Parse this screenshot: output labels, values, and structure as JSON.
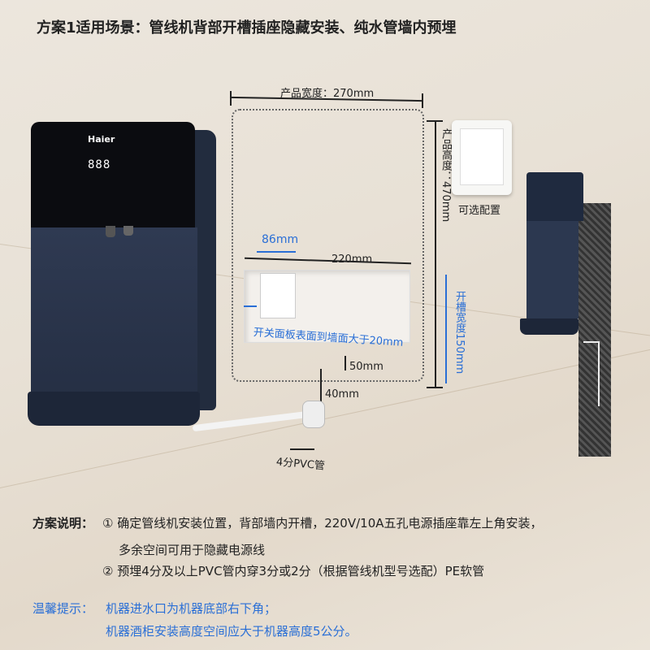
{
  "title": "方案1适用场景：管线机背部开槽插座隐藏安装、纯水管墙内预埋",
  "machine": {
    "brand_logo": "Haier",
    "display": "888"
  },
  "dimensions": {
    "width_label": "产品宽度：270mm",
    "height_label": "产品高度：470mm",
    "socket_label": "86mm",
    "slot_length_label": "220mm",
    "slot_width_label": "开槽宽度150mm",
    "depth_note": "开关面板表面到墙面大于20mm",
    "gap_50_label": "50mm",
    "gap_40_label": "40mm",
    "pipe_label": "4分PVC管"
  },
  "switch_label": "可选配置",
  "description": {
    "heading": "方案说明：",
    "item1_line1": "① 确定管线机安装位置，背部墙内开槽，220V/10A五孔电源插座靠左上角安装，",
    "item1_line2": "多余空间可用于隐藏电源线",
    "item2": "② 预埋4分及以上PVC管内穿3分或2分（根据管线机型号选配）PE软管"
  },
  "tips": {
    "heading": "温馨提示：",
    "line1": "机器进水口为机器底部右下角；",
    "line2": "机器酒柜安装高度空间应大于机器高度5公分。"
  },
  "colors": {
    "accent_blue": "#2a6fd6",
    "machine_navy": "#252f44"
  }
}
